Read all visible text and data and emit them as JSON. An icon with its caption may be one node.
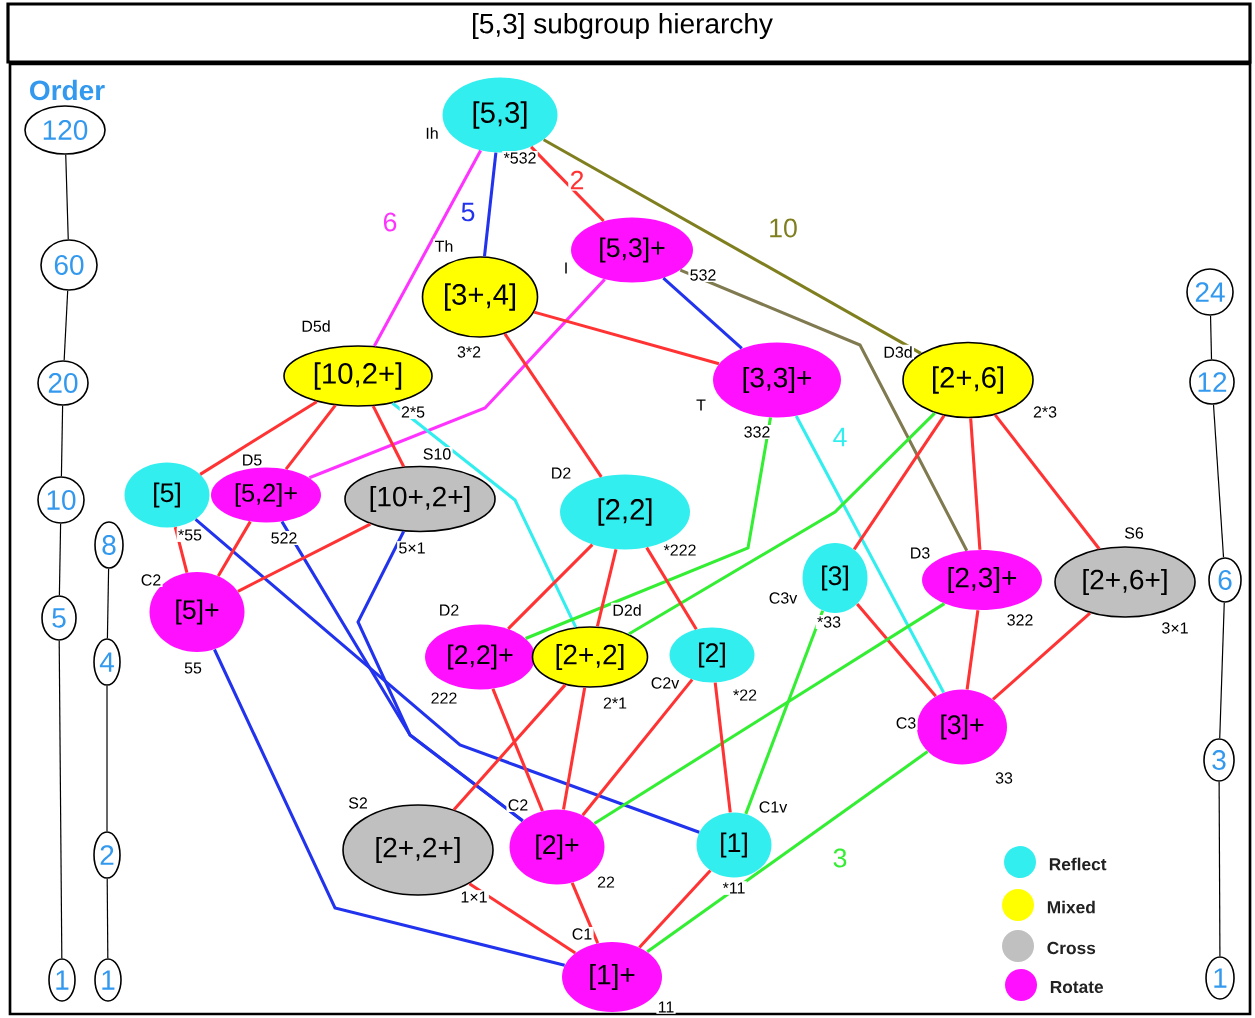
{
  "diagram": {
    "title": "[5,3] subgroup hierarchy",
    "nodes": [
      {
        "text": [
          "[5,3]"
        ],
        "beside": [
          "Ih",
          "*532"
        ]
      },
      {
        "text": [
          "[5,3]+"
        ],
        "beside": [
          "I",
          "532"
        ]
      },
      {
        "text": [
          "[3+,4]"
        ],
        "beside": [
          "Th",
          "3*2"
        ]
      },
      {
        "text": [
          "[10,2+]"
        ],
        "beside": [
          "D5d",
          "2*5"
        ]
      },
      {
        "text": [
          "[3,3]+"
        ],
        "beside": [
          "T",
          "332"
        ]
      },
      {
        "text": [
          "[2+,6]"
        ],
        "beside": [
          "D3d",
          "2*3"
        ]
      },
      {
        "text": [
          "[5]"
        ],
        "beside": [
          "*55"
        ]
      },
      {
        "text": [
          "[5,2]+"
        ],
        "beside": [
          "D5",
          "522"
        ]
      },
      {
        "text": [
          "[10+,2+]"
        ],
        "beside": [
          "S10",
          "5×1"
        ]
      },
      {
        "text": [
          "[2,2]"
        ],
        "beside": [
          "D2",
          "*222"
        ]
      },
      {
        "text": [
          "[5]+"
        ],
        "beside": [
          "C2",
          "55"
        ]
      },
      {
        "text": [
          "[3]"
        ],
        "beside": [
          "C3v",
          "*33"
        ]
      },
      {
        "text": [
          "[2,3]+"
        ],
        "beside": [
          "D3",
          "322"
        ]
      },
      {
        "text": [
          "[2+,6+]"
        ],
        "beside": [
          "S6",
          "3×1"
        ]
      },
      {
        "text": [
          "[2,2]+"
        ],
        "beside": [
          "D2",
          "222"
        ]
      },
      {
        "text": [
          "[2+,2]"
        ],
        "beside": [
          "D2d",
          "2*1"
        ]
      },
      {
        "text": [
          "[2]"
        ],
        "beside": [
          "C2v",
          "*22"
        ]
      },
      {
        "text": [
          "[3]+"
        ],
        "beside": [
          "C3",
          "33"
        ]
      },
      {
        "text": [
          "[2+,2+]"
        ],
        "beside": [
          "S2",
          "1×1"
        ]
      },
      {
        "text": [
          "[2]+"
        ],
        "beside": [
          "C2",
          "22"
        ]
      },
      {
        "text": [
          "[1]"
        ],
        "beside": [
          "C1v",
          "*11"
        ]
      },
      {
        "text": [
          "[1]+"
        ],
        "beside": [
          "C1",
          "11"
        ]
      },
      {
        "text": [
          "120"
        ]
      },
      {
        "text": [
          "60"
        ]
      },
      {
        "text": [
          "20"
        ]
      },
      {
        "text": [
          "10"
        ]
      },
      {
        "text": [
          "5"
        ]
      },
      {
        "text": [
          "1"
        ]
      },
      {
        "text": [
          "8"
        ]
      },
      {
        "text": [
          "4"
        ]
      },
      {
        "text": [
          "2"
        ]
      },
      {
        "text": [
          "1"
        ]
      },
      {
        "text": [
          "24"
        ]
      },
      {
        "text": [
          "12"
        ]
      },
      {
        "text": [
          "6"
        ]
      },
      {
        "text": [
          "3"
        ]
      },
      {
        "text": [
          "1"
        ]
      }
    ],
    "edges": [
      {
        "from": 0,
        "to": 3,
        "arrow": "none",
        "label": "6",
        "color": "#ff33ff"
      },
      {
        "from": 0,
        "to": 2,
        "arrow": "none",
        "label": "5",
        "color": "#2233ee"
      },
      {
        "from": 0,
        "to": 1,
        "arrow": "none",
        "label": "2"
      },
      {
        "from": 0,
        "to": 5,
        "arrow": "none",
        "label": "10",
        "color": "#7f7f20"
      },
      {
        "from": 1,
        "to": 4,
        "arrow": "none",
        "color": "#2233ee"
      },
      {
        "from": 1,
        "to": 7,
        "arrow": "none",
        "color": "#ff33ff"
      },
      {
        "from": 1,
        "to": 12,
        "arrow": "none",
        "color": "#807a50"
      },
      {
        "from": 2,
        "to": 4,
        "arrow": "none"
      },
      {
        "from": 2,
        "to": 9,
        "arrow": "none"
      },
      {
        "from": 3,
        "to": 6,
        "arrow": "none"
      },
      {
        "from": 3,
        "to": 7,
        "arrow": "none"
      },
      {
        "from": 3,
        "to": 8,
        "arrow": "none"
      },
      {
        "from": 3,
        "to": 15,
        "arrow": "none",
        "color": "#33eeee"
      },
      {
        "from": 4,
        "to": 14,
        "arrow": "none",
        "color": "#33ee33"
      },
      {
        "from": 4,
        "to": 17,
        "arrow": "none",
        "label": "4",
        "color": "#33eeee"
      },
      {
        "from": 5,
        "to": 15,
        "arrow": "none",
        "color": "#33ee33"
      },
      {
        "from": 5,
        "to": 11,
        "arrow": "none"
      },
      {
        "from": 5,
        "to": 12,
        "arrow": "none"
      },
      {
        "from": 5,
        "to": 13,
        "arrow": "none"
      },
      {
        "from": 6,
        "to": 10,
        "arrow": "none"
      },
      {
        "from": 6,
        "to": 20,
        "arrow": "none",
        "color": "#2233ee"
      },
      {
        "from": 7,
        "to": 10,
        "arrow": "none"
      },
      {
        "from": 7,
        "to": 19,
        "arrow": "none",
        "color": "#2233ee"
      },
      {
        "from": 8,
        "to": 19,
        "arrow": "none",
        "color": "#2233ee"
      },
      {
        "from": 8,
        "to": 10,
        "arrow": "none"
      },
      {
        "from": 9,
        "to": 14,
        "arrow": "none"
      },
      {
        "from": 9,
        "to": 15,
        "arrow": "none"
      },
      {
        "from": 9,
        "to": 16,
        "arrow": "none"
      },
      {
        "from": 10,
        "to": 21,
        "arrow": "none",
        "color": "#2233ee"
      },
      {
        "from": 11,
        "to": 20,
        "arrow": "none",
        "color": "#33ee33"
      },
      {
        "from": 11,
        "to": 17,
        "arrow": "none"
      },
      {
        "from": 12,
        "to": 17,
        "arrow": "none"
      },
      {
        "from": 12,
        "to": 19,
        "arrow": "none",
        "color": "#33ee33"
      },
      {
        "from": 13,
        "to": 17,
        "arrow": "none"
      },
      {
        "from": 14,
        "to": 19,
        "arrow": "none"
      },
      {
        "from": 15,
        "to": 19,
        "arrow": "none"
      },
      {
        "from": 15,
        "to": 18,
        "arrow": "none"
      },
      {
        "from": 16,
        "to": 19,
        "arrow": "none"
      },
      {
        "from": 16,
        "to": 20,
        "arrow": "none"
      },
      {
        "from": 17,
        "to": 21,
        "arrow": "none",
        "label": "3",
        "color": "#33ee33"
      },
      {
        "from": 18,
        "to": 21,
        "arrow": "none"
      },
      {
        "from": 19,
        "to": 21,
        "arrow": "none"
      },
      {
        "from": 20,
        "to": 21,
        "arrow": "none"
      },
      {
        "from": 22,
        "to": 23,
        "arrow": "none",
        "color": "#000000"
      },
      {
        "from": 23,
        "to": 24,
        "arrow": "none",
        "color": "#000000"
      },
      {
        "from": 24,
        "to": 25,
        "arrow": "none",
        "color": "#000000"
      },
      {
        "from": 25,
        "to": 26,
        "arrow": "none",
        "color": "#000000"
      },
      {
        "from": 26,
        "to": 27,
        "arrow": "none",
        "color": "#000000"
      },
      {
        "from": 28,
        "to": 29,
        "arrow": "none",
        "color": "#000000"
      },
      {
        "from": 29,
        "to": 30,
        "arrow": "none",
        "color": "#000000"
      },
      {
        "from": 30,
        "to": 31,
        "arrow": "none",
        "color": "#000000"
      },
      {
        "from": 32,
        "to": 33,
        "arrow": "none",
        "color": "#000000"
      },
      {
        "from": 33,
        "to": 34,
        "arrow": "none",
        "color": "#000000"
      },
      {
        "from": 34,
        "to": 35,
        "arrow": "none",
        "color": "#000000"
      },
      {
        "from": 35,
        "to": 36,
        "arrow": "none",
        "color": "#000000"
      }
    ],
    "labels": [
      "Order"
    ],
    "legend": [
      {
        "text": "Reflect",
        "color": "#33eeee"
      },
      {
        "text": "Mixed",
        "color": "#ffff00"
      },
      {
        "text": "Cross",
        "color": "#c0c0c0"
      },
      {
        "text": "Rotate",
        "color": "#ff11ff"
      }
    ]
  }
}
